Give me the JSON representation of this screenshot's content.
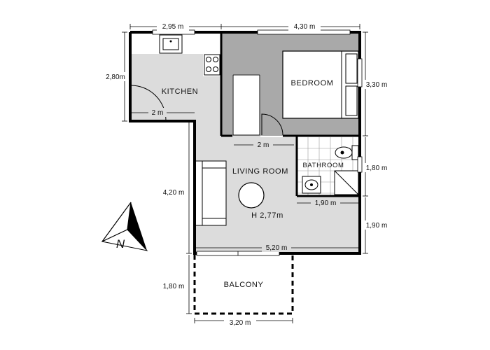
{
  "rooms": {
    "kitchen": "KITCHEN",
    "bedroom": "BEDROOM",
    "bathroom": "BATHROOM",
    "living_room": "LIVING ROOM",
    "balcony": "BALCONY"
  },
  "ceiling_height": "H 2,77m",
  "dimensions": {
    "top_left": "2,95 m",
    "top_right": "4,30 m",
    "left_kitchen": "2,80m",
    "kitchen_inner": "2 m",
    "right_bedroom": "3,30 m",
    "bedroom_bottom": "2 m",
    "right_bathroom": "1,80 m",
    "bathroom_bottom": "1,90 m",
    "right_living": "1,90 m",
    "left_living": "4,20 m",
    "living_bottom": "5,20 m",
    "balcony_left": "1,80 m",
    "balcony_bottom": "3,20 m"
  },
  "compass": {
    "label": "N",
    "icon": "north-arrow-icon"
  },
  "colors": {
    "living_floor": "#dcdcdc",
    "bedroom_floor": "#a9a9a9",
    "wall": "#000000"
  }
}
